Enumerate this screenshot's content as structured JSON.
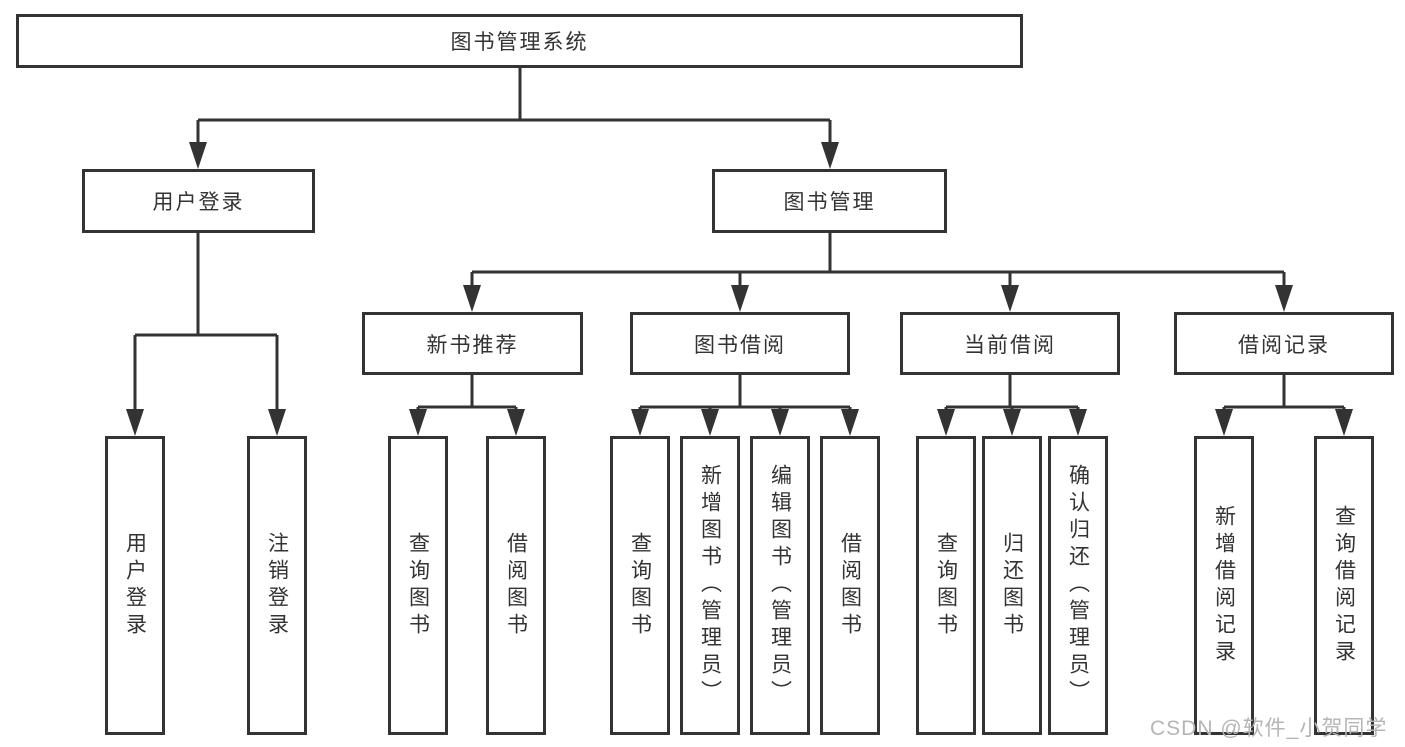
{
  "diagram": {
    "title_node": {
      "label": "图书管理系统"
    },
    "level1": [
      {
        "id": "user-login",
        "label": "用户登录"
      },
      {
        "id": "book-management",
        "label": "图书管理"
      }
    ],
    "level2": [
      {
        "id": "new-book-recommend",
        "label": "新书推荐"
      },
      {
        "id": "book-borrowing",
        "label": "图书借阅"
      },
      {
        "id": "current-borrowing",
        "label": "当前借阅"
      },
      {
        "id": "borrowing-records",
        "label": "借阅记录"
      }
    ],
    "leaves": [
      {
        "id": "leaf-user-login",
        "parent": "user-login",
        "label": "用户登录"
      },
      {
        "id": "leaf-logout",
        "parent": "user-login",
        "label": "注销登录"
      },
      {
        "id": "leaf-rec-query-books",
        "parent": "new-book-recommend",
        "label": "查询图书"
      },
      {
        "id": "leaf-rec-borrow-books",
        "parent": "new-book-recommend",
        "label": "借阅图书"
      },
      {
        "id": "leaf-bb-query-books",
        "parent": "book-borrowing",
        "label": "查询图书"
      },
      {
        "id": "leaf-bb-add-books",
        "parent": "book-borrowing",
        "label": "新增图书（管理员）"
      },
      {
        "id": "leaf-bb-edit-books",
        "parent": "book-borrowing",
        "label": "编辑图书（管理员）"
      },
      {
        "id": "leaf-bb-borrow-books",
        "parent": "book-borrowing",
        "label": "借阅图书"
      },
      {
        "id": "leaf-cb-query-books",
        "parent": "current-borrowing",
        "label": "查询图书"
      },
      {
        "id": "leaf-cb-return-books",
        "parent": "current-borrowing",
        "label": "归还图书"
      },
      {
        "id": "leaf-cb-confirm-return",
        "parent": "current-borrowing",
        "label": "确认归还（管理员）"
      },
      {
        "id": "leaf-br-add-record",
        "parent": "borrowing-records",
        "label": "新增借阅记录"
      },
      {
        "id": "leaf-br-query-record",
        "parent": "borrowing-records",
        "label": "查询借阅记录"
      }
    ],
    "watermark": "CSDN @软件_小贺同学",
    "colors": {
      "line": "#333333",
      "text": "#333333",
      "box_background": "#ffffff",
      "watermark": "#b5b5b5",
      "page_background": "#ffffff"
    }
  }
}
